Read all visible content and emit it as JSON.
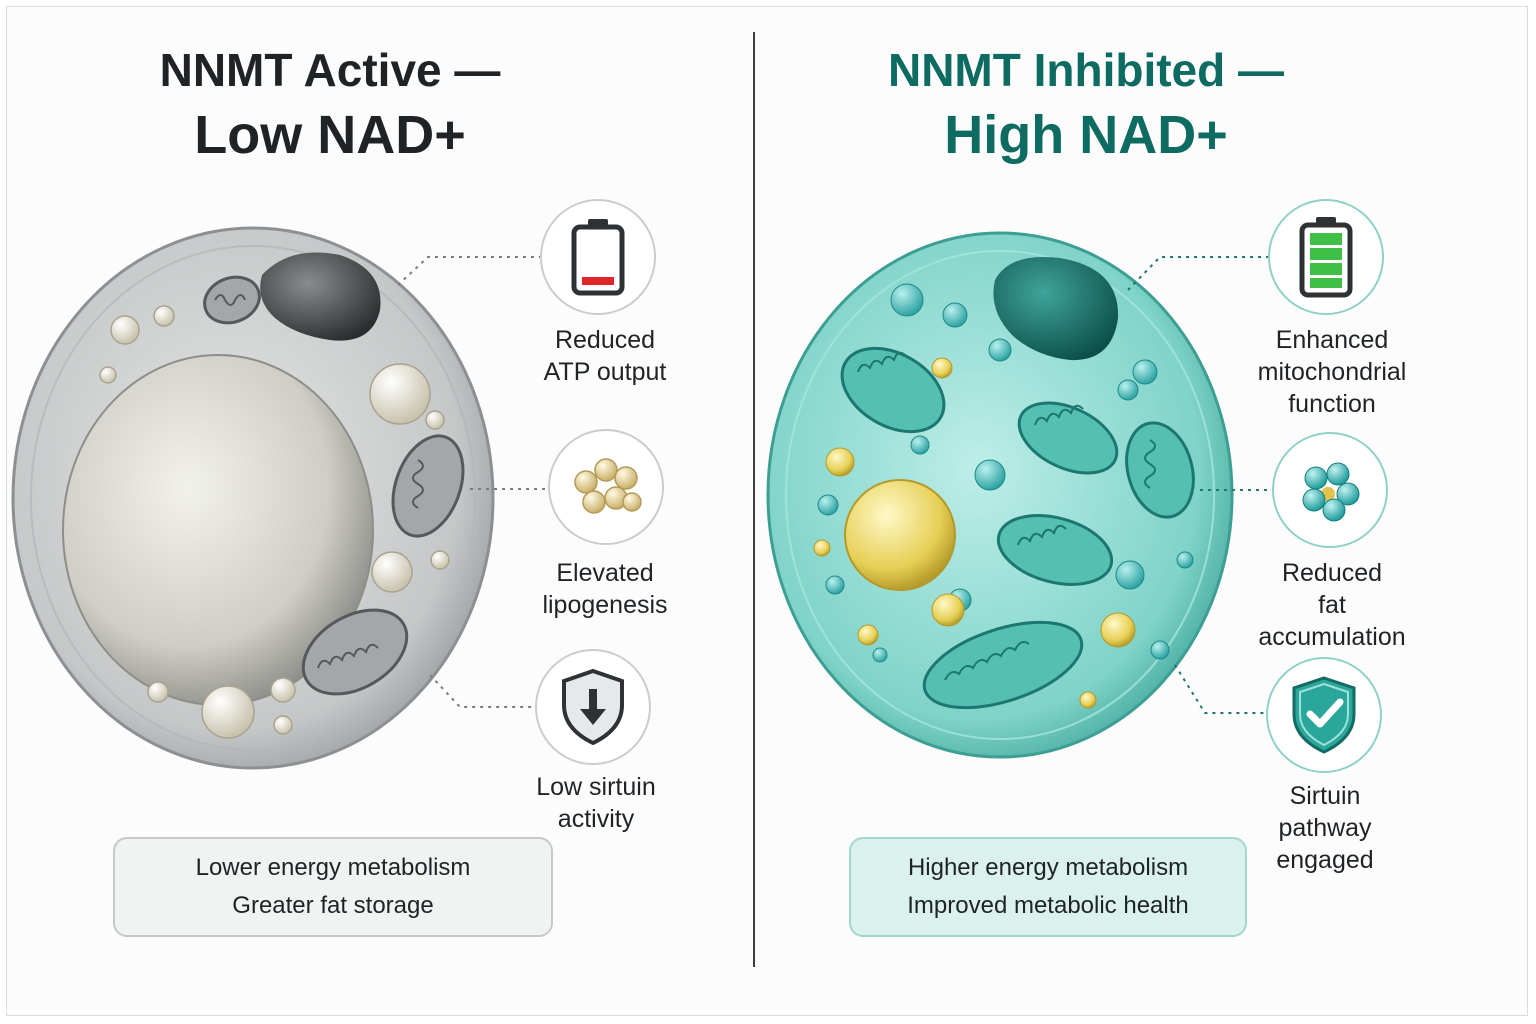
{
  "left": {
    "title_line1": "NNMT Active —",
    "title_line2": "Low NAD+",
    "callouts": [
      {
        "icon": "low-battery-icon",
        "label": "Reduced\nATP output"
      },
      {
        "icon": "fat-droplets-icon",
        "label": "Elevated\nlipogenesis"
      },
      {
        "icon": "shield-down-arrow-icon",
        "label": "Low sirtuin\nactivity"
      }
    ],
    "summary": [
      "Lower energy metabolism",
      "Greater fat storage"
    ]
  },
  "right": {
    "title_line1": "NNMT Inhibited —",
    "title_line2": "High NAD+",
    "callouts": [
      {
        "icon": "full-battery-icon",
        "label": "Enhanced\nmitochondrial\nfunction"
      },
      {
        "icon": "molecule-cluster-icon",
        "label": "Reduced\nfat\naccumulation"
      },
      {
        "icon": "shield-check-icon",
        "label": "Sirtuin\npathway\nengaged"
      }
    ],
    "summary": [
      "Higher energy metabolism",
      "Improved metabolic health"
    ]
  },
  "colors": {
    "accent_teal": "#0d6b61",
    "cell_gray": "#c9cbcc",
    "cell_teal": "#8fdcd3",
    "battery_low": "#e0262b",
    "battery_full": "#3fbf45",
    "fat_yellow": "#e8d67a"
  }
}
